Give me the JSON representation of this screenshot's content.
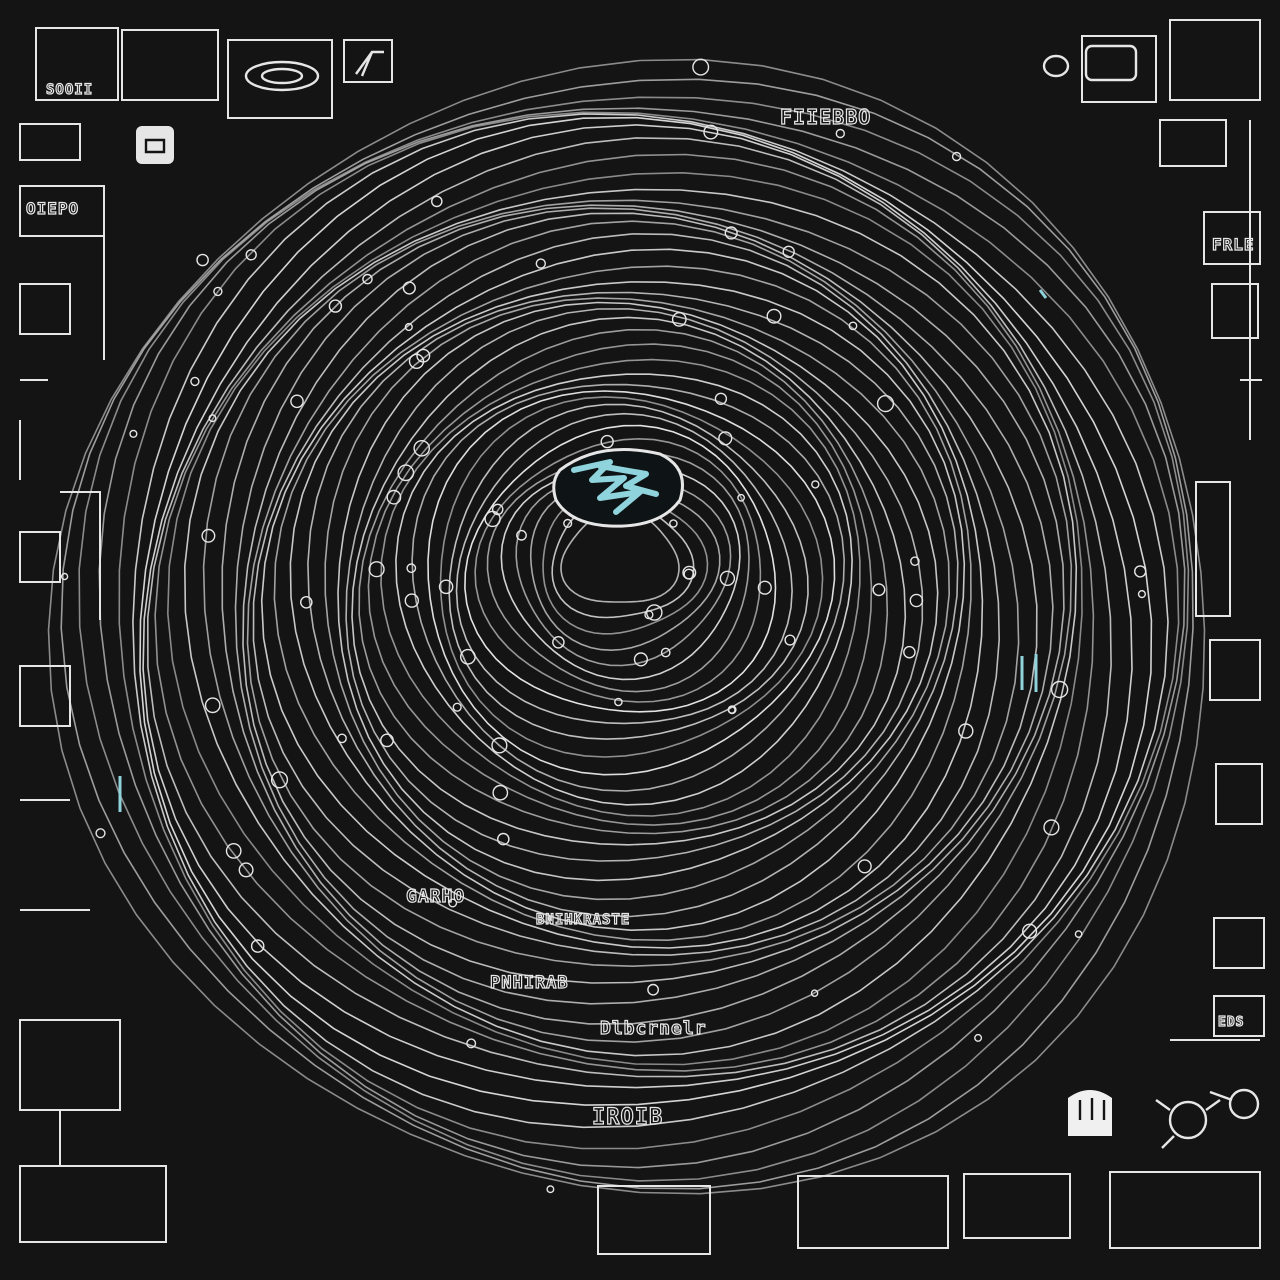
{
  "colors": {
    "background": "#141414",
    "line": "#e6e6e6",
    "accent": "#8fd3dc"
  },
  "center": {
    "icon": "swirl-emblem-icon"
  },
  "ring_labels": [
    {
      "text": "FIIEBBO"
    },
    {
      "text": "GARHO"
    },
    {
      "text": "BNIHKRASTE"
    },
    {
      "text": "PNHIRAB"
    },
    {
      "text": "Dlbcrnelr"
    },
    {
      "text": "IROIB"
    }
  ],
  "corner_labels": [
    {
      "text": "SOOII"
    },
    {
      "text": "OIEPO"
    },
    {
      "text": "FRLE"
    },
    {
      "text": "EDS"
    }
  ],
  "side_icons": [
    "chain-link-icon",
    "pen-icon",
    "box-icon",
    "bell-icon",
    "bracket-icon",
    "bug-icon",
    "link-icon"
  ]
}
